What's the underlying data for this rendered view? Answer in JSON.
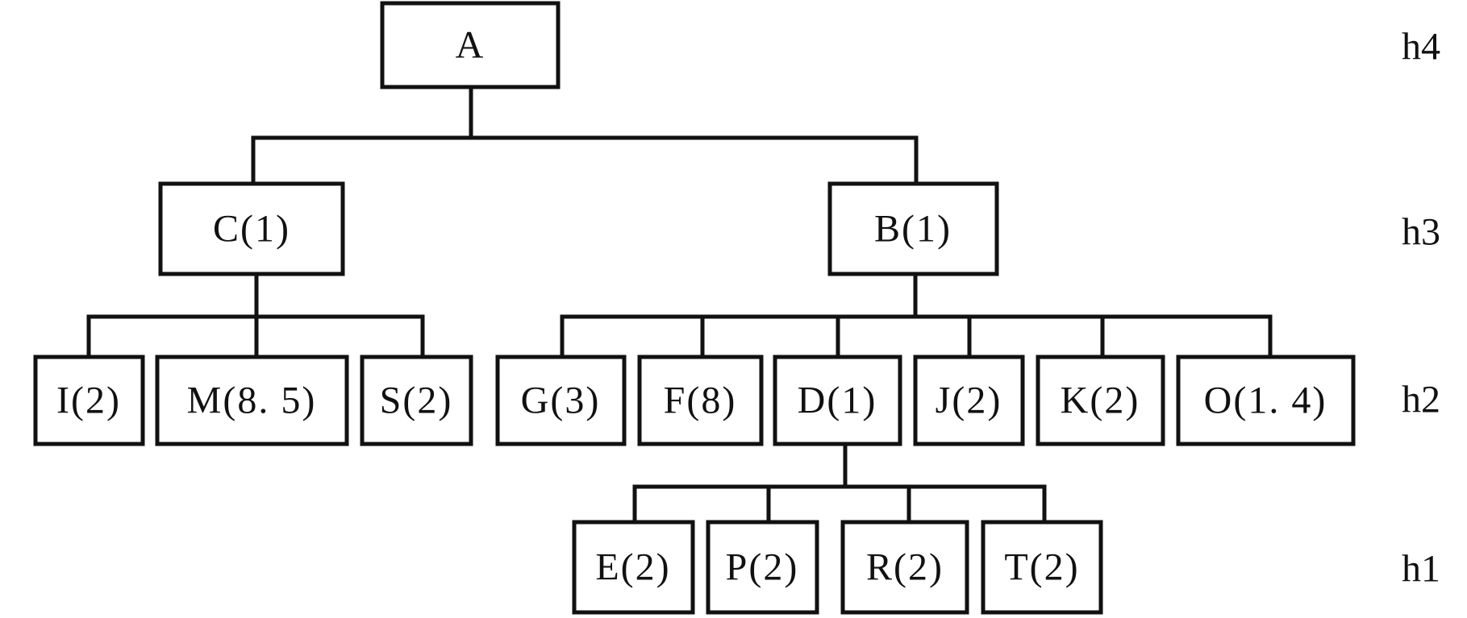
{
  "tree": {
    "label": "A",
    "children": [
      {
        "label": "C(1)",
        "children": [
          {
            "label": "I(2)"
          },
          {
            "label": "M(8. 5)"
          },
          {
            "label": "S(2)"
          }
        ]
      },
      {
        "label": "B(1)",
        "children": [
          {
            "label": "G(3)"
          },
          {
            "label": "F(8)"
          },
          {
            "label": "D(1)",
            "children": [
              {
                "label": "E(2)"
              },
              {
                "label": "P(2)"
              },
              {
                "label": "R(2)"
              },
              {
                "label": "T(2)"
              }
            ]
          },
          {
            "label": "J(2)"
          },
          {
            "label": "K(2)"
          },
          {
            "label": "O(1. 4)"
          }
        ]
      }
    ]
  },
  "levels": [
    "h4",
    "h3",
    "h2",
    "h1"
  ]
}
